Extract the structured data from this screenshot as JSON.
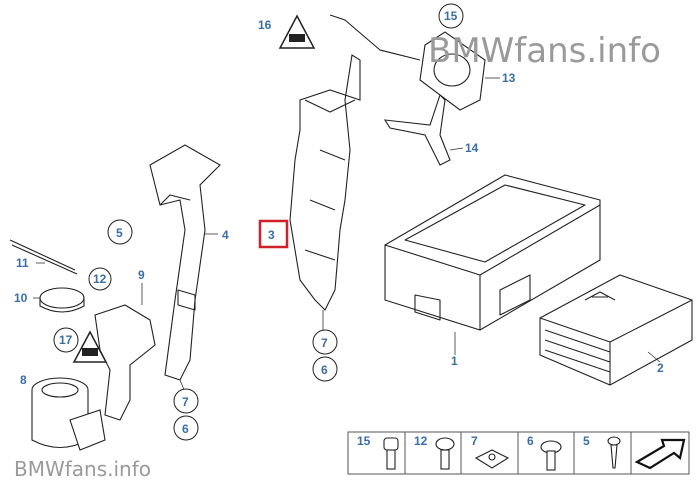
{
  "diagram": {
    "watermark_top": "BMWfans.info",
    "watermark_bottom": "BMWfans.info",
    "highlighted_label": "3",
    "accent_color": "#3a6ea5",
    "highlight_color": "#d0202a",
    "labels": {
      "p1": "1",
      "p2": "2",
      "p3": "3",
      "p4": "4",
      "p5": "5",
      "p6a": "6",
      "p6b": "6",
      "p7a": "7",
      "p7b": "7",
      "p8": "8",
      "p9": "9",
      "p10": "10",
      "p11": "11",
      "p12": "12",
      "p13": "13",
      "p14": "14",
      "p15": "15",
      "p16": "16",
      "p17": "17"
    },
    "legend": [
      {
        "label": "15",
        "icon": "socket-head-bolt-icon"
      },
      {
        "label": "12",
        "icon": "slotted-screw-icon"
      },
      {
        "label": "7",
        "icon": "clip-nut-icon"
      },
      {
        "label": "6",
        "icon": "hex-bolt-washer-icon"
      },
      {
        "label": "5",
        "icon": "self-tapping-screw-icon"
      },
      {
        "label": "",
        "icon": "arrow-icon"
      }
    ]
  }
}
